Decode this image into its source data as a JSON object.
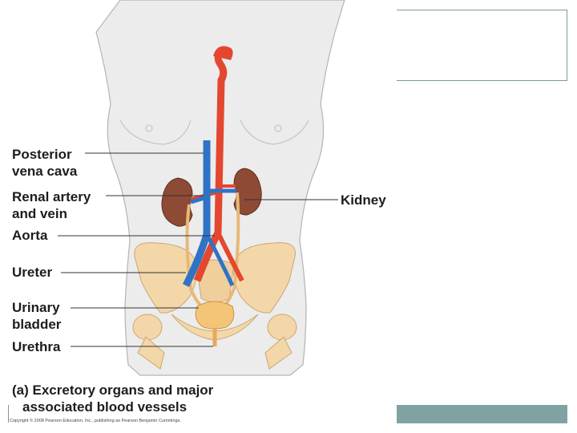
{
  "labels": {
    "posterior_1": "Posterior",
    "posterior_2": "vena cava",
    "renal_1": "Renal artery",
    "renal_2": "and vein",
    "aorta": "Aorta",
    "ureter": "Ureter",
    "bladder_1": "Urinary",
    "bladder_2": "bladder",
    "urethra": "Urethra",
    "kidney": "Kidney"
  },
  "caption": {
    "line1": "(a) Excretory organs and major",
    "line2": "associated blood vessels"
  },
  "copyright": "Copyright © 2008 Pearson Education, Inc., publishing as Pearson Benjamin Cummings.",
  "colors": {
    "artery": "#e4472f",
    "vein": "#2f73c5",
    "kidney": "#8e4a34",
    "body": "#ececec",
    "pelvis": "#f3d7a8",
    "bladder": "#f5c577",
    "frame": "#7fa3a2"
  }
}
